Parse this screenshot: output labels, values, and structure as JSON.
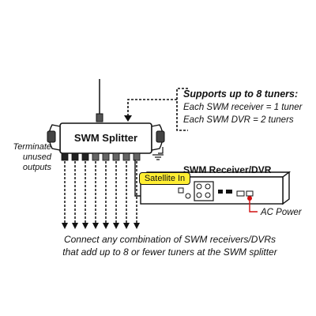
{
  "callout": {
    "title": "Supports up to 8 tuners:",
    "line1": "Each SWM receiver = 1 tuner",
    "line2": "Each SWM DVR = 2 tuners"
  },
  "terminate_note": [
    "Terminate",
    "unused",
    "outputs"
  ],
  "splitter": {
    "label": "SWM Splitter"
  },
  "receiver": {
    "label": "SWM Receiver/DVR",
    "port_label": "Satellite In"
  },
  "ac_power": "AC Power",
  "bottom_note": [
    "Connect any combination of SWM receivers/DVRs",
    "that add up to 8 or fewer tuners at the SWM splitter"
  ],
  "colors": {
    "badge": "#ffee33",
    "power": "#d01010",
    "ink": "#111111"
  }
}
